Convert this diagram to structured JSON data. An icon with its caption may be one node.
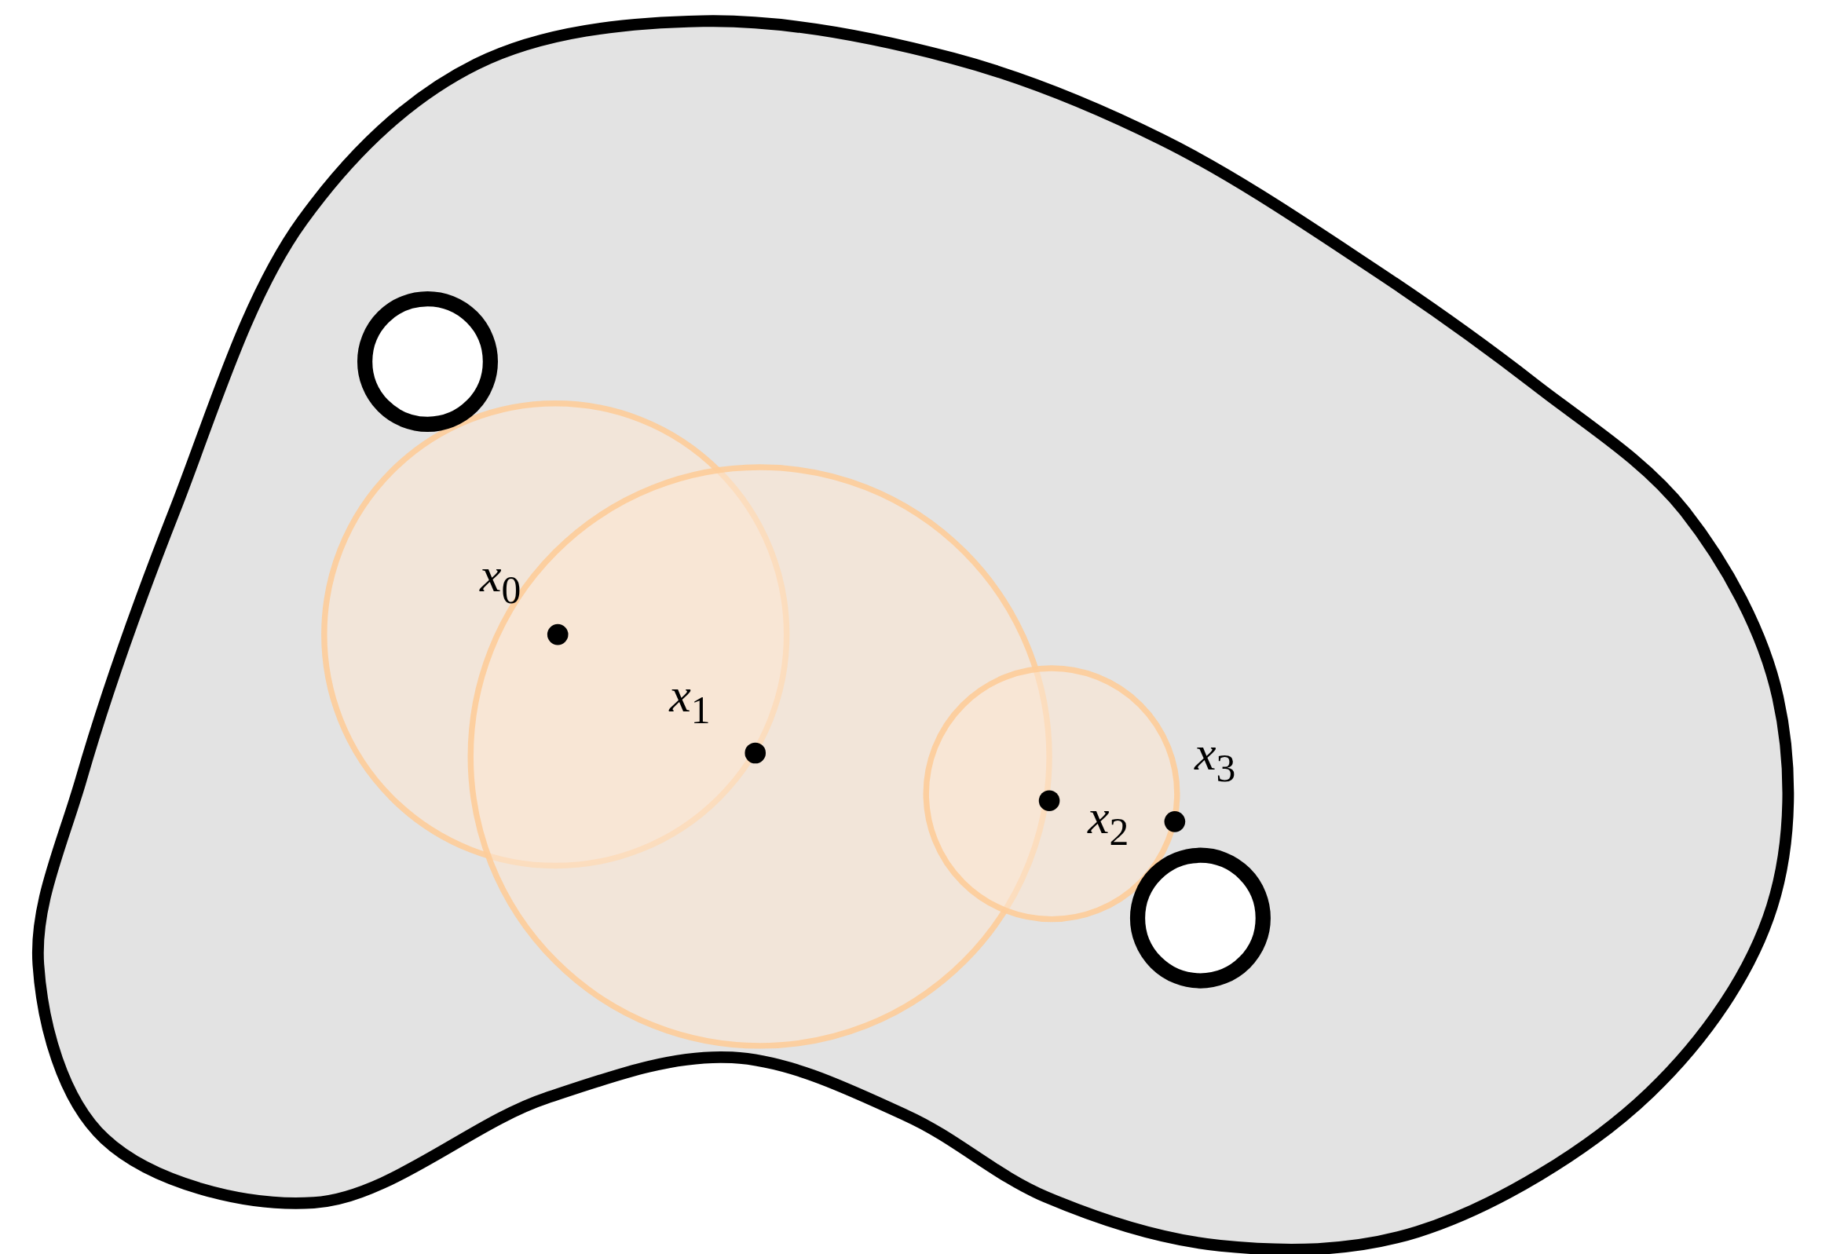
{
  "diagram": {
    "labels": [
      "*x*$_{0}$",
      "*x*$_{1}$",
      "*x*$_{2}$",
      "*x*$_{3}$"
    ]
  }
}
